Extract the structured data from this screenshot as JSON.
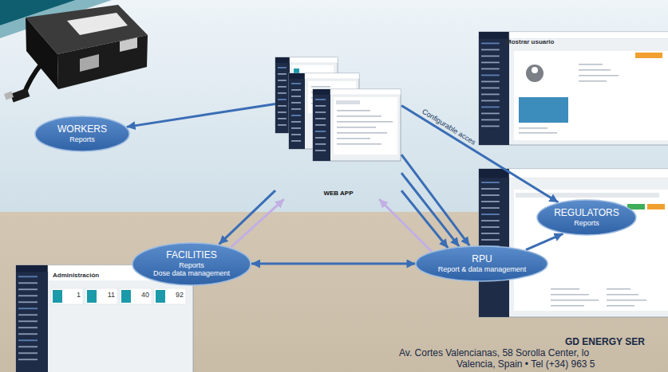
{
  "diagram": {
    "nodes": [
      {
        "text": [
          "WEB APP"
        ]
      },
      {
        "text": [
          "WORKERS",
          "Reports"
        ]
      },
      {
        "text": [
          "REGULATORS",
          "Reports"
        ]
      },
      {
        "text": [
          "FACILITIES",
          "Reports",
          "Dose data management"
        ]
      },
      {
        "text": [
          "RPU",
          "Report & data management"
        ]
      }
    ],
    "edges": [
      {
        "from": 0,
        "to": 1,
        "arrow": "to"
      },
      {
        "from": 0,
        "to": 2,
        "label": "Configurable acces",
        "arrow": "to"
      },
      {
        "from": 0,
        "to": 3,
        "arrow": "to"
      },
      {
        "from": 3,
        "to": 0,
        "arrow": "to"
      },
      {
        "from": 0,
        "to": 4,
        "arrow": "to"
      },
      {
        "from": 0,
        "to": 4,
        "arrow": "to"
      },
      {
        "from": 0,
        "to": 4,
        "arrow": "to"
      },
      {
        "from": 4,
        "to": 0,
        "arrow": "to"
      },
      {
        "from": 3,
        "to": 4,
        "arrow": "both"
      },
      {
        "from": 4,
        "to": 2,
        "arrow": "to"
      }
    ],
    "labels": [
      "Mostrar usuario",
      "Administración",
      "1",
      "11",
      "40",
      "92",
      "GD ENERGY SER",
      "Av. Cortes Valencianas, 58 Sorolla Center, lo",
      "Valencia, Spain • Tel (+34) 963 5"
    ]
  }
}
